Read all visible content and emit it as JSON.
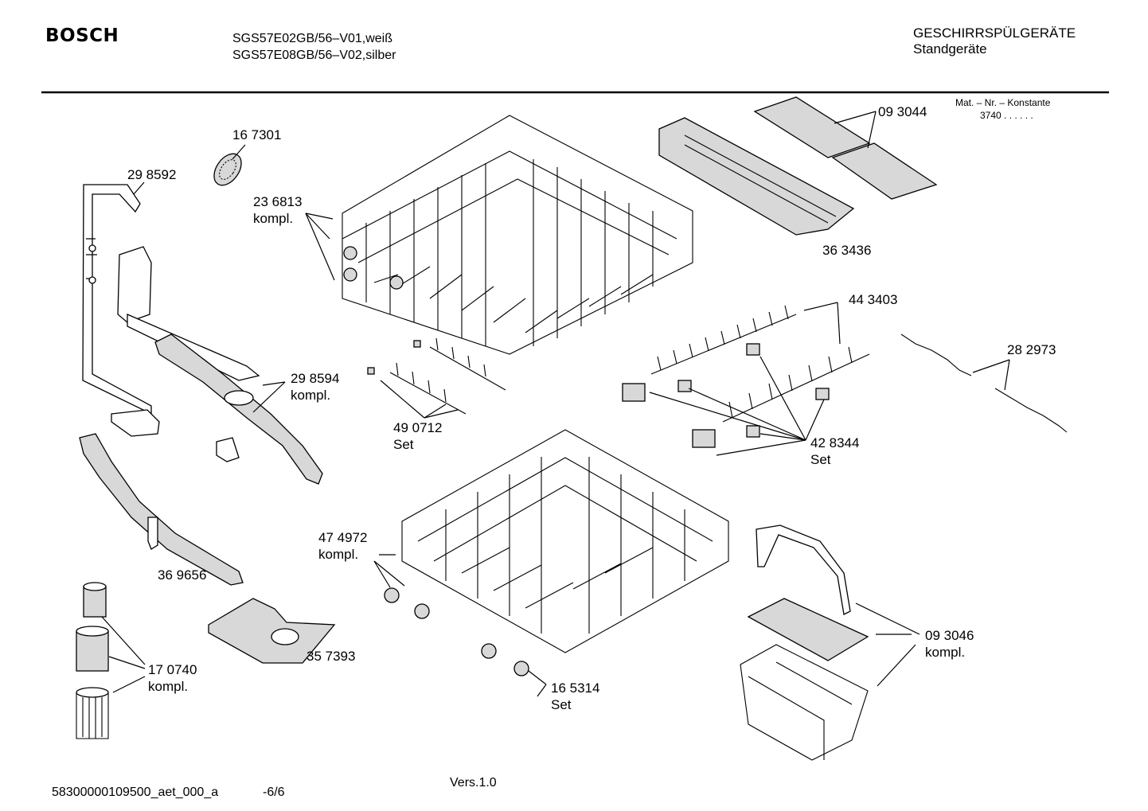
{
  "header": {
    "brand": "BOSCH",
    "model_line_1": "SGS57E02GB/56–V01,weiß",
    "model_line_2": "SGS57E08GB/56–V02,silber",
    "category": "GESCHIRRSPÜLGERÄTE",
    "subcategory": "Standgeräte",
    "constant_label": "Mat. – Nr. – Konstante",
    "constant_value": "3740  .  .  .  .  .  ."
  },
  "footer": {
    "doc_id": "58300000109500_aet_000_a",
    "page": "-6/6",
    "version": "Vers.1.0"
  },
  "parts": [
    {
      "id": "p167301",
      "lines": [
        "16 7301"
      ]
    },
    {
      "id": "p298592",
      "lines": [
        "29 8592"
      ]
    },
    {
      "id": "p236813",
      "lines": [
        "23 6813",
        "kompl."
      ]
    },
    {
      "id": "p093044",
      "lines": [
        "09 3044"
      ]
    },
    {
      "id": "p363436",
      "lines": [
        "36 3436"
      ]
    },
    {
      "id": "p443403",
      "lines": [
        "44 3403"
      ]
    },
    {
      "id": "p282973",
      "lines": [
        "28 2973"
      ]
    },
    {
      "id": "p298594",
      "lines": [
        "29 8594",
        "kompl."
      ]
    },
    {
      "id": "p490712",
      "lines": [
        "49 0712",
        "Set"
      ]
    },
    {
      "id": "p428344",
      "lines": [
        "42 8344",
        "Set"
      ]
    },
    {
      "id": "p474972",
      "lines": [
        "47 4972",
        "kompl."
      ]
    },
    {
      "id": "p369656",
      "lines": [
        "36 9656"
      ]
    },
    {
      "id": "p357393",
      "lines": [
        "35 7393"
      ]
    },
    {
      "id": "p093046",
      "lines": [
        "09 3046",
        "kompl."
      ]
    },
    {
      "id": "p170740",
      "lines": [
        "17 0740",
        "kompl."
      ]
    },
    {
      "id": "p165314",
      "lines": [
        "16 5314",
        "Set"
      ]
    }
  ]
}
